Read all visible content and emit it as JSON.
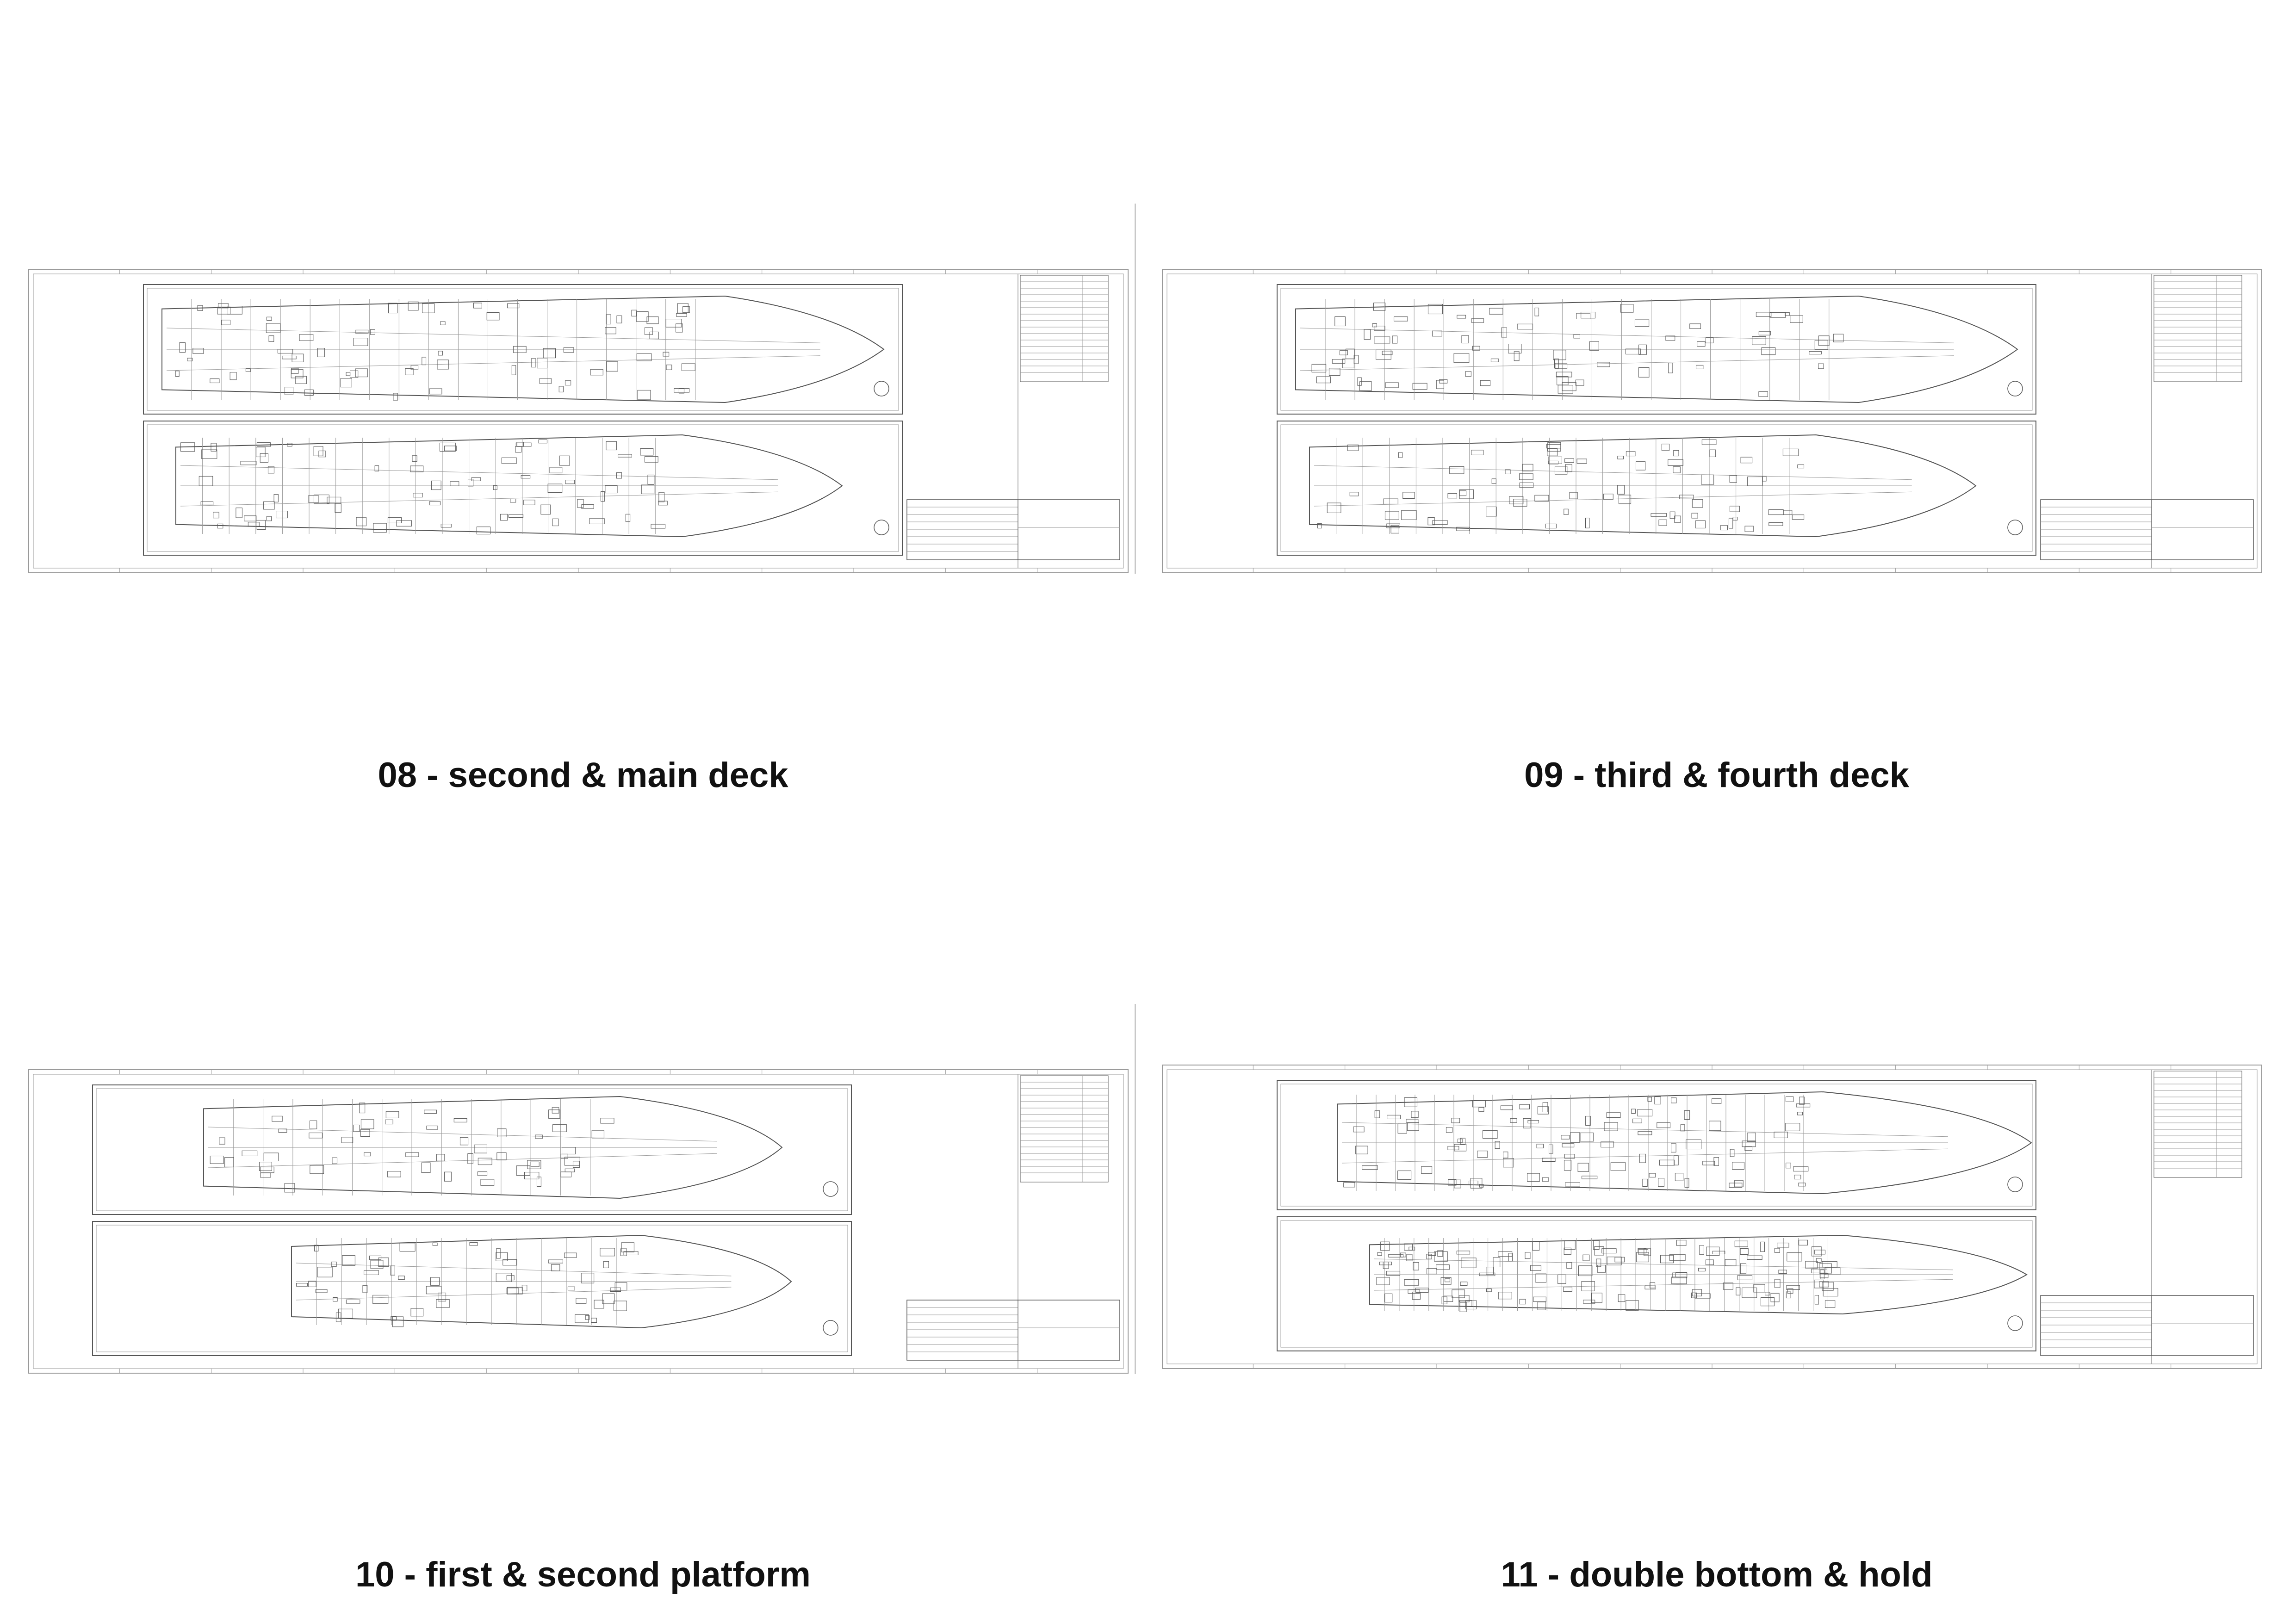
{
  "panels": [
    {
      "id": "08",
      "caption": "08 - second & main deck",
      "hull_style": "deck"
    },
    {
      "id": "09",
      "caption": "09 - third & fourth deck",
      "hull_style": "deck"
    },
    {
      "id": "10",
      "caption": "10 - first & second platform",
      "hull_style": "platform"
    },
    {
      "id": "11",
      "caption": "11 - double bottom & hold",
      "hull_style": "bottom"
    }
  ],
  "colors": {
    "line": "#555555",
    "line_light": "#9a9a9a",
    "caption": "#111111"
  }
}
